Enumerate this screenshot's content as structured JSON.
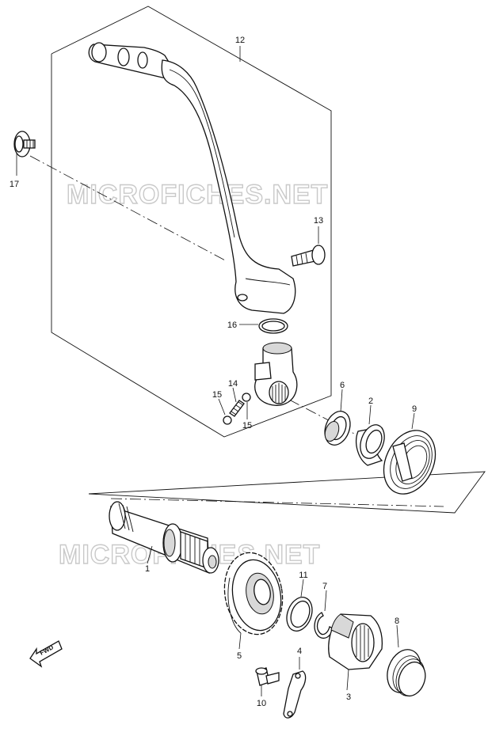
{
  "watermarks": [
    "MICROFICHES.NET",
    "MICROFICHES.NET"
  ],
  "direction_indicator": {
    "text": "FWD",
    "icon": "fwd-arrow-icon"
  },
  "callouts": [
    {
      "number": "1",
      "part": "kick-starter-shaft"
    },
    {
      "number": "2",
      "part": "spring-guide"
    },
    {
      "number": "3",
      "part": "kick-starter-ratchet"
    },
    {
      "number": "4",
      "part": "ratchet-guide-plate"
    },
    {
      "number": "5",
      "part": "kick-starter-idle-gear"
    },
    {
      "number": "6",
      "part": "oil-seal"
    },
    {
      "number": "7",
      "part": "circlip"
    },
    {
      "number": "8",
      "part": "ratchet-spring"
    },
    {
      "number": "9",
      "part": "kick-starter-return-spring"
    },
    {
      "number": "10",
      "part": "bolt"
    },
    {
      "number": "11",
      "part": "washer"
    },
    {
      "number": "12",
      "part": "kick-starter-lever-assembly"
    },
    {
      "number": "13",
      "part": "bolt"
    },
    {
      "number": "14",
      "part": "spring"
    },
    {
      "number": "15",
      "part": "ball"
    },
    {
      "number": "15",
      "part": "ball"
    },
    {
      "number": "16",
      "part": "o-ring"
    },
    {
      "number": "17",
      "part": "bolt"
    }
  ]
}
